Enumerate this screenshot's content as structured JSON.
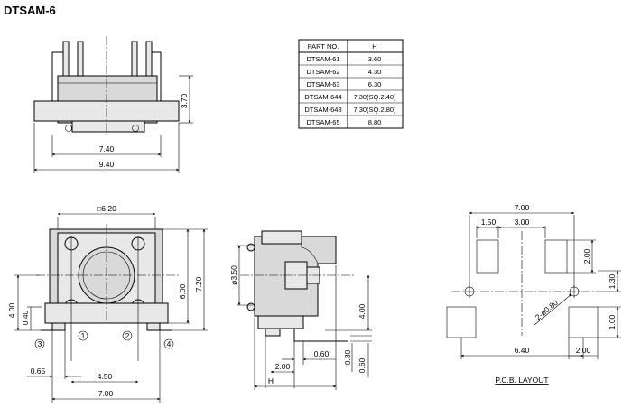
{
  "title": "DTSAM-6",
  "table": {
    "headers": [
      "PART NO.",
      "H"
    ],
    "rows": [
      [
        "DTSAM-61",
        "3.60"
      ],
      [
        "DTSAM-62",
        "4.30"
      ],
      [
        "DTSAM-63",
        "6.30"
      ],
      [
        "DTSAM-644",
        "7.30(SQ.2.40)"
      ],
      [
        "DTSAM-648",
        "7.30(SQ.2.80)"
      ],
      [
        "DTSAM-65",
        "8.80"
      ]
    ]
  },
  "top_view": {
    "dim_height": "3.70",
    "dim_inner_width": "7.40",
    "dim_outer_width": "9.40"
  },
  "front_view": {
    "dim_square": "□6.20",
    "dim_height_a": "6.00",
    "dim_height_b": "7.20",
    "dim_pin_height": "4.00",
    "dim_pin_offset": "0.40",
    "dim_pin_edge": "0.65",
    "dim_pin_pitch": "4.50",
    "dim_width": "7.00",
    "pins": [
      "3",
      "1",
      "2",
      "4"
    ]
  },
  "side_view": {
    "dim_dia": "ø3.50",
    "dim_height": "4.00",
    "dim_lead_a": "0.60",
    "dim_lead_b": "2.00",
    "dim_lead_c": "0.30",
    "dim_lead_d": "0.60",
    "dim_H": "H"
  },
  "pcb": {
    "dim_width": "7.00",
    "dim_pad_offset": "1.50",
    "dim_pad_gap": "3.00",
    "dim_pad_height": "2.00",
    "dim_hole_offset": "1.30",
    "dim_hole_dia": "2-ø0.80",
    "dim_pad_lower": "1.00",
    "dim_span": "6.40",
    "dim_pad_width": "2.00",
    "caption": "P.C.B. LAYOUT"
  }
}
